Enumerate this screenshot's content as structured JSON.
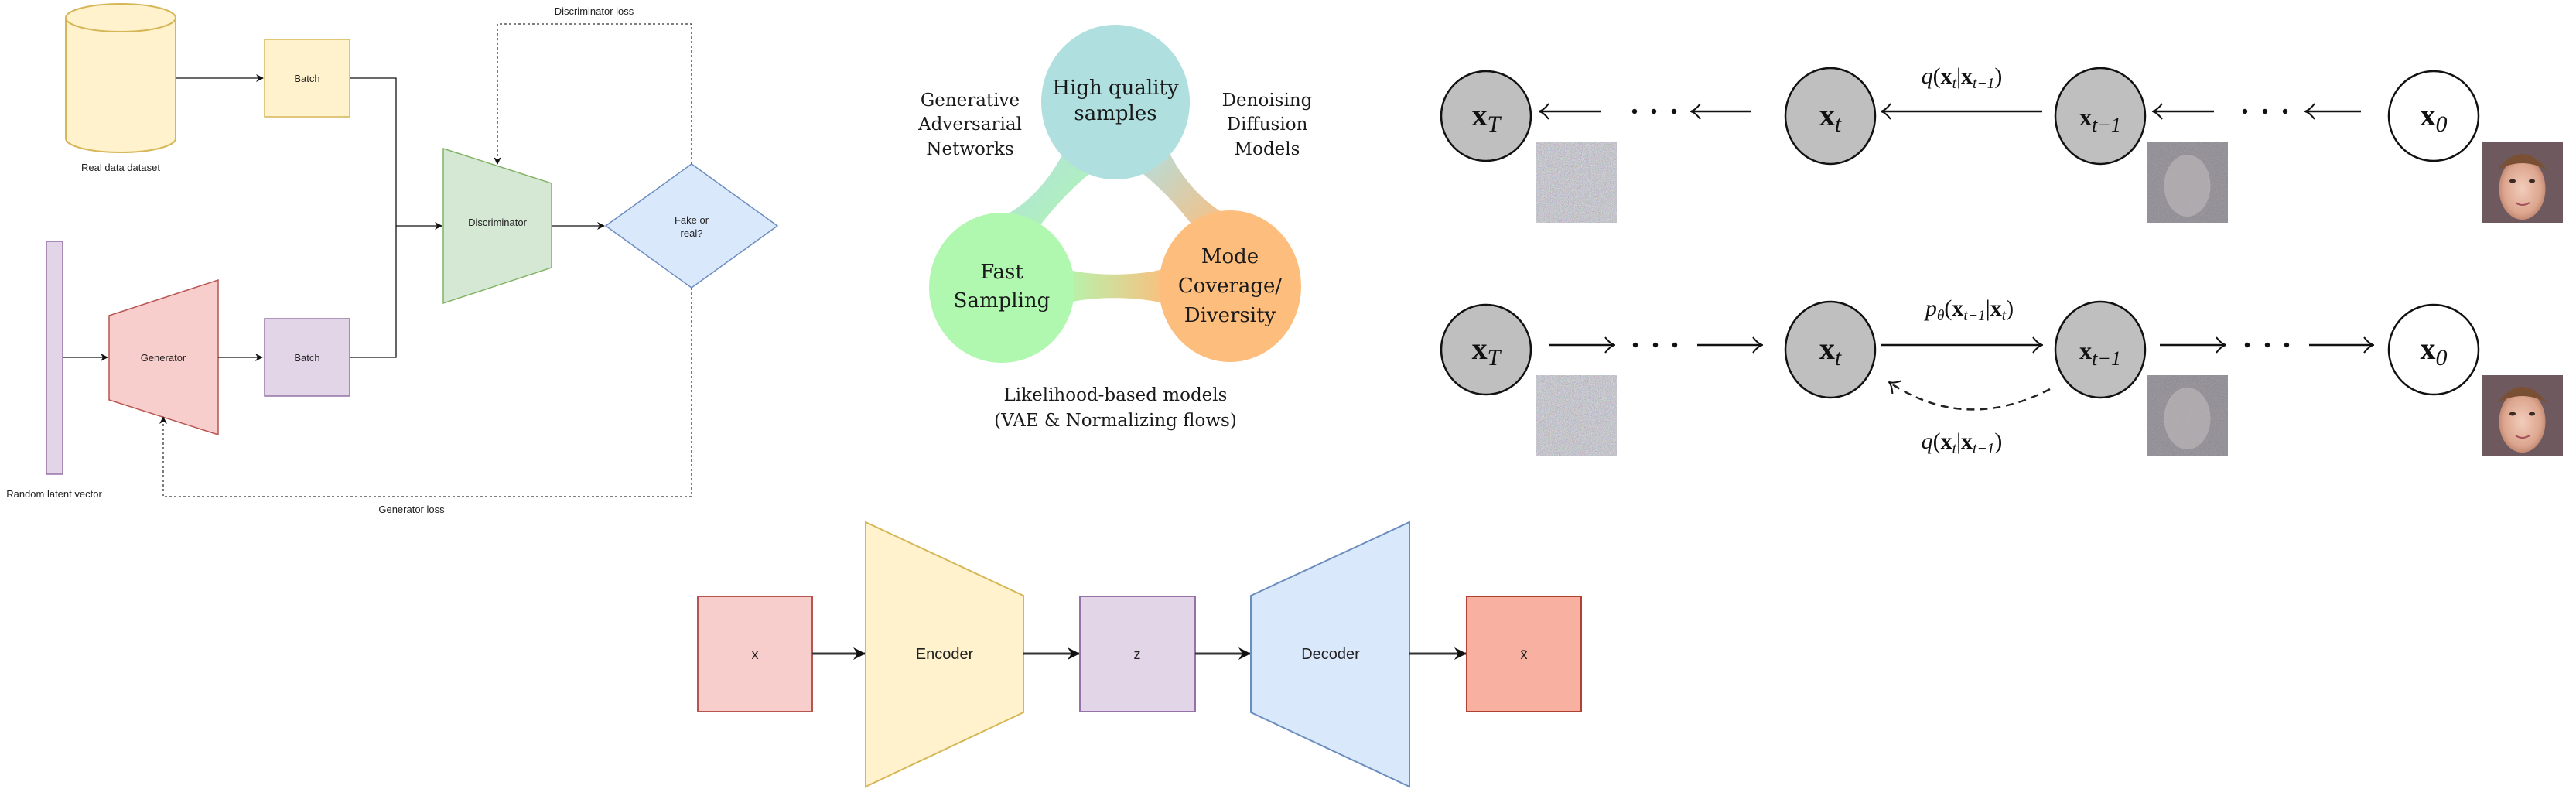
{
  "gan_diagram": {
    "real_data_label": "Real data dataset",
    "real_batch_label": "Batch",
    "latent_label": "Random latent vector",
    "generator_label": "Generator",
    "fake_batch_label": "Batch",
    "discriminator_label": "Discriminator",
    "decision_label_line1": "Fake or",
    "decision_label_line2": "real?",
    "discriminator_loss_label": "Discriminator loss",
    "generator_loss_label": "Generator loss",
    "colors": {
      "dataset_fill": "#fff2cc",
      "dataset_stroke": "#d6b656",
      "latent_fill": "#e1d5e7",
      "latent_stroke": "#9673a6",
      "generator_fill": "#f8cecc",
      "generator_stroke": "#b85450",
      "discriminator_fill": "#d5e8d4",
      "discriminator_stroke": "#82b366",
      "decision_fill": "#dae8fc",
      "decision_stroke": "#6c8ebf"
    }
  },
  "trilemma": {
    "top_node": [
      "High quality",
      "samples"
    ],
    "left_node": [
      "Fast",
      "Sampling"
    ],
    "right_node": [
      "Mode",
      "Coverage/",
      "Diversity"
    ],
    "gan_label": [
      "Generative",
      "Adversarial",
      "Networks"
    ],
    "diffusion_label": [
      "Denoising",
      "Diffusion",
      "Models"
    ],
    "likelihood_label": [
      "Likelihood-based models",
      "(VAE & Normalizing flows)"
    ],
    "colors": {
      "top": "#b0dfe0",
      "left": "#b0f7b0",
      "right": "#fdbd7d"
    }
  },
  "diffusion": {
    "nodes": [
      {
        "base": "x",
        "sub": "T",
        "shaded": true
      },
      {
        "base": "x",
        "sub": "t",
        "shaded": true
      },
      {
        "base": "x",
        "sub": "t−1",
        "shaded": true
      },
      {
        "base": "x",
        "sub": "0",
        "shaded": false
      }
    ],
    "ellipsis": "· · ·",
    "forward_label": "q(xt|xt−1)",
    "forward_label_parts": {
      "fn": "q",
      "a": "x",
      "a_sub": "t",
      "b": "x",
      "b_sub": "t−1"
    },
    "reverse_label_parts": {
      "fn": "p",
      "fn_sub": "θ",
      "a": "x",
      "a_sub": "t−1",
      "b": "x",
      "b_sub": "t"
    },
    "dashed_label_parts": {
      "fn": "q",
      "a": "x",
      "a_sub": "t",
      "b": "x",
      "b_sub": "t−1"
    },
    "images": [
      "pure-noise",
      "noisy-face",
      "clean-face",
      "pure-noise",
      "noisy-face",
      "clean-face"
    ]
  },
  "vae": {
    "input_label": "x",
    "encoder_label": "Encoder",
    "latent_label": "z",
    "decoder_label": "Decoder",
    "output_label": "x̄",
    "colors": {
      "input_fill": "#f8cecc",
      "input_stroke": "#b85450",
      "encoder_fill": "#fff2cc",
      "encoder_stroke": "#d6b656",
      "latent_fill": "#e1d5e7",
      "latent_stroke": "#9673a6",
      "decoder_fill": "#dae8fc",
      "decoder_stroke": "#6c8ebf",
      "output_fill": "#f8b0a0",
      "output_stroke": "#ae4132"
    }
  }
}
